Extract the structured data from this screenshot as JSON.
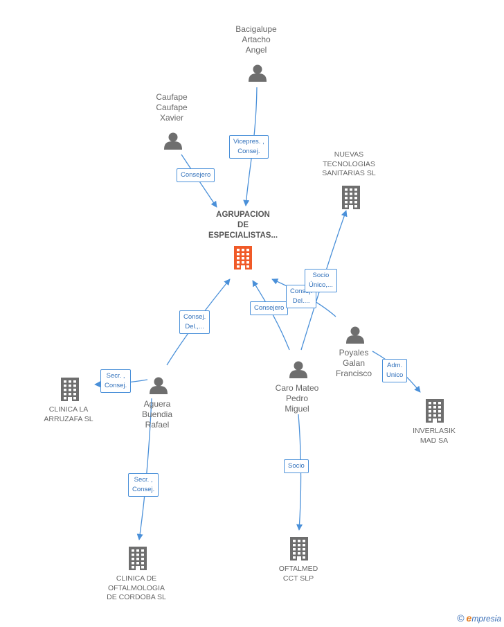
{
  "graph": {
    "people": [
      {
        "id": "bacigalupe",
        "lines": [
          "Bacigalupe",
          "Artacho",
          "Angel"
        ]
      },
      {
        "id": "caufape",
        "lines": [
          "Caufape",
          "Caufape",
          "Xavier"
        ]
      },
      {
        "id": "poyales",
        "lines": [
          "Poyales",
          "Galan",
          "Francisco"
        ]
      },
      {
        "id": "caro",
        "lines": [
          "Caro Mateo",
          "Pedro",
          "Miguel"
        ]
      },
      {
        "id": "aguera",
        "lines": [
          "Aguera",
          "Buendia",
          "Rafael"
        ]
      }
    ],
    "companies": [
      {
        "id": "agrupacion",
        "lines": [
          "AGRUPACION",
          "DE",
          "ESPECIALISTAS..."
        ],
        "focus": true
      },
      {
        "id": "nuevas",
        "lines": [
          "NUEVAS",
          "TECNOLOGIAS",
          "SANITARIAS SL"
        ]
      },
      {
        "id": "clinica_arruzafa",
        "lines": [
          "CLINICA LA",
          "ARRUZAFA SL"
        ]
      },
      {
        "id": "inverlasik",
        "lines": [
          "INVERLASIK",
          "MAD SA"
        ]
      },
      {
        "id": "clinica_oftalmologia",
        "lines": [
          "CLINICA DE",
          "OFTALMOLOGIA",
          "DE CORDOBA SL"
        ]
      },
      {
        "id": "oftalmed",
        "lines": [
          "OFTALMED",
          "CCT SLP"
        ]
      }
    ],
    "edges": [
      {
        "id": "e1",
        "from": "bacigalupe",
        "to": "agrupacion",
        "label": [
          "Vicepres. ,",
          "Consej."
        ]
      },
      {
        "id": "e2",
        "from": "caufape",
        "to": "agrupacion",
        "label": [
          "Consejero"
        ]
      },
      {
        "id": "e3",
        "from": "aguera",
        "to": "agrupacion",
        "label": [
          "Consej.",
          "Del.,..."
        ]
      },
      {
        "id": "e4",
        "from": "caro",
        "to": "agrupacion",
        "label": [
          "Consejero"
        ]
      },
      {
        "id": "e5",
        "from": "poyales",
        "to": "agrupacion",
        "label": [
          "Consej.",
          "Del...."
        ]
      },
      {
        "id": "e6",
        "from": "caro",
        "to": "nuevas",
        "label": [
          "Socio",
          "Único,..."
        ]
      },
      {
        "id": "e7",
        "from": "aguera",
        "to": "clinica_arruzafa",
        "label": [
          "Secr. ,",
          "Consej."
        ]
      },
      {
        "id": "e8",
        "from": "poyales",
        "to": "inverlasik",
        "label": [
          "Adm.",
          "Unico"
        ]
      },
      {
        "id": "e9",
        "from": "aguera",
        "to": "clinica_oftalmologia",
        "label": [
          "Secr. ,",
          "Consej."
        ]
      },
      {
        "id": "e10",
        "from": "caro",
        "to": "oftalmed",
        "label": [
          "Socio"
        ]
      }
    ]
  },
  "colors": {
    "edge": "#4a90d9",
    "person_icon": "#6e6e6e",
    "company_icon": "#6e6e6e",
    "focus_icon": "#f05a28"
  },
  "brand": {
    "copyright": "©",
    "initial": "e",
    "name": "mpresia"
  }
}
